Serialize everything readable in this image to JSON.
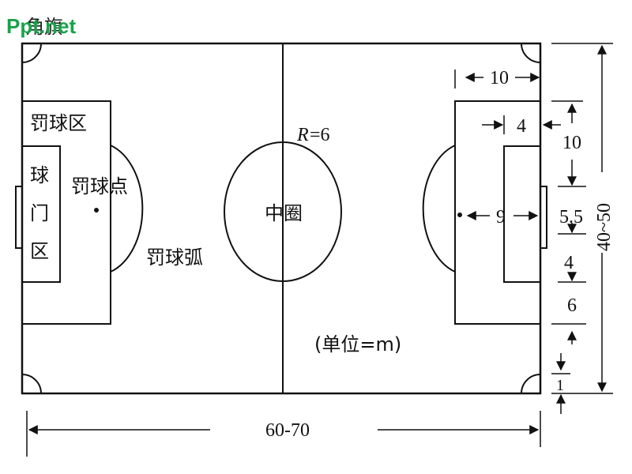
{
  "header": {
    "title_text": "角旗",
    "logo_text": "Ppt.net"
  },
  "labels": {
    "penalty_area": "罚球区",
    "goal_area_line1": "球",
    "goal_area_line2": "门",
    "goal_area_line3": "区",
    "penalty_spot": "罚球点",
    "penalty_arc": "罚球弧",
    "center_circle": "中圈",
    "radius_r": "R",
    "radius_value": "=6",
    "unit_note": "(单位=m)"
  },
  "dimensions": {
    "penalty_area_depth": "10",
    "goal_area_depth": "4",
    "penalty_spot_distance": "9",
    "right_seg_10": "10",
    "right_seg_5_5": "5.5",
    "right_seg_4": "4",
    "right_seg_6": "6",
    "right_seg_1": "1",
    "field_width": "40~50",
    "field_length": "60-70"
  },
  "colors": {
    "line": "#111111",
    "background": "#ffffff",
    "logo": "#17a34a"
  }
}
